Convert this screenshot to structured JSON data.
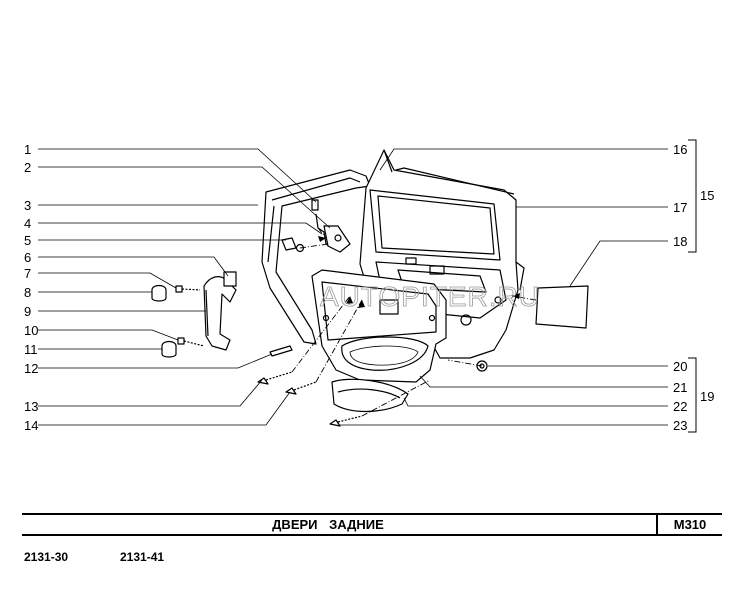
{
  "watermark": "AUTOPITER.RU",
  "callouts": [
    {
      "num": "1"
    },
    {
      "num": "2"
    },
    {
      "num": "3"
    },
    {
      "num": "4"
    },
    {
      "num": "5"
    },
    {
      "num": "6"
    },
    {
      "num": "7"
    },
    {
      "num": "8"
    },
    {
      "num": "9"
    },
    {
      "num": "10"
    },
    {
      "num": "11"
    },
    {
      "num": "12"
    },
    {
      "num": "13"
    },
    {
      "num": "14"
    },
    {
      "num": "16"
    },
    {
      "num": "17"
    },
    {
      "num": "18"
    },
    {
      "num": "20"
    },
    {
      "num": "21"
    },
    {
      "num": "22"
    },
    {
      "num": "23"
    }
  ],
  "groups": [
    {
      "label": "15",
      "members": [
        "16",
        "17",
        "18"
      ]
    },
    {
      "label": "19",
      "members": [
        "20",
        "21",
        "22",
        "23"
      ]
    }
  ],
  "title_block": {
    "title": "ДВЕРИ   ЗАДНИЕ",
    "code": "M310"
  },
  "models": [
    "2131-30",
    "2131-41"
  ]
}
